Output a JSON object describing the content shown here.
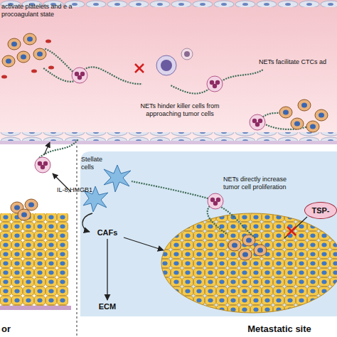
{
  "diagram": {
    "nodes": [
      {
        "text": [
          "CAFs"
        ]
      },
      {
        "text": [
          "ECM"
        ]
      },
      {
        "text": [
          "TSP-"
        ]
      }
    ],
    "edges": [
      {
        "from": 0,
        "to": 1,
        "arrow": "to"
      }
    ],
    "labels": [
      "activate platelets and e a procoagulant state",
      "NETs facilitate CTCs ad",
      "NETs hinder killer cells from approaching tumor cells",
      "IL-8,HMGB1",
      "Stellate cells",
      "NETs directly increase tumor cell proliferation",
      "or",
      "Metastatic site"
    ]
  }
}
